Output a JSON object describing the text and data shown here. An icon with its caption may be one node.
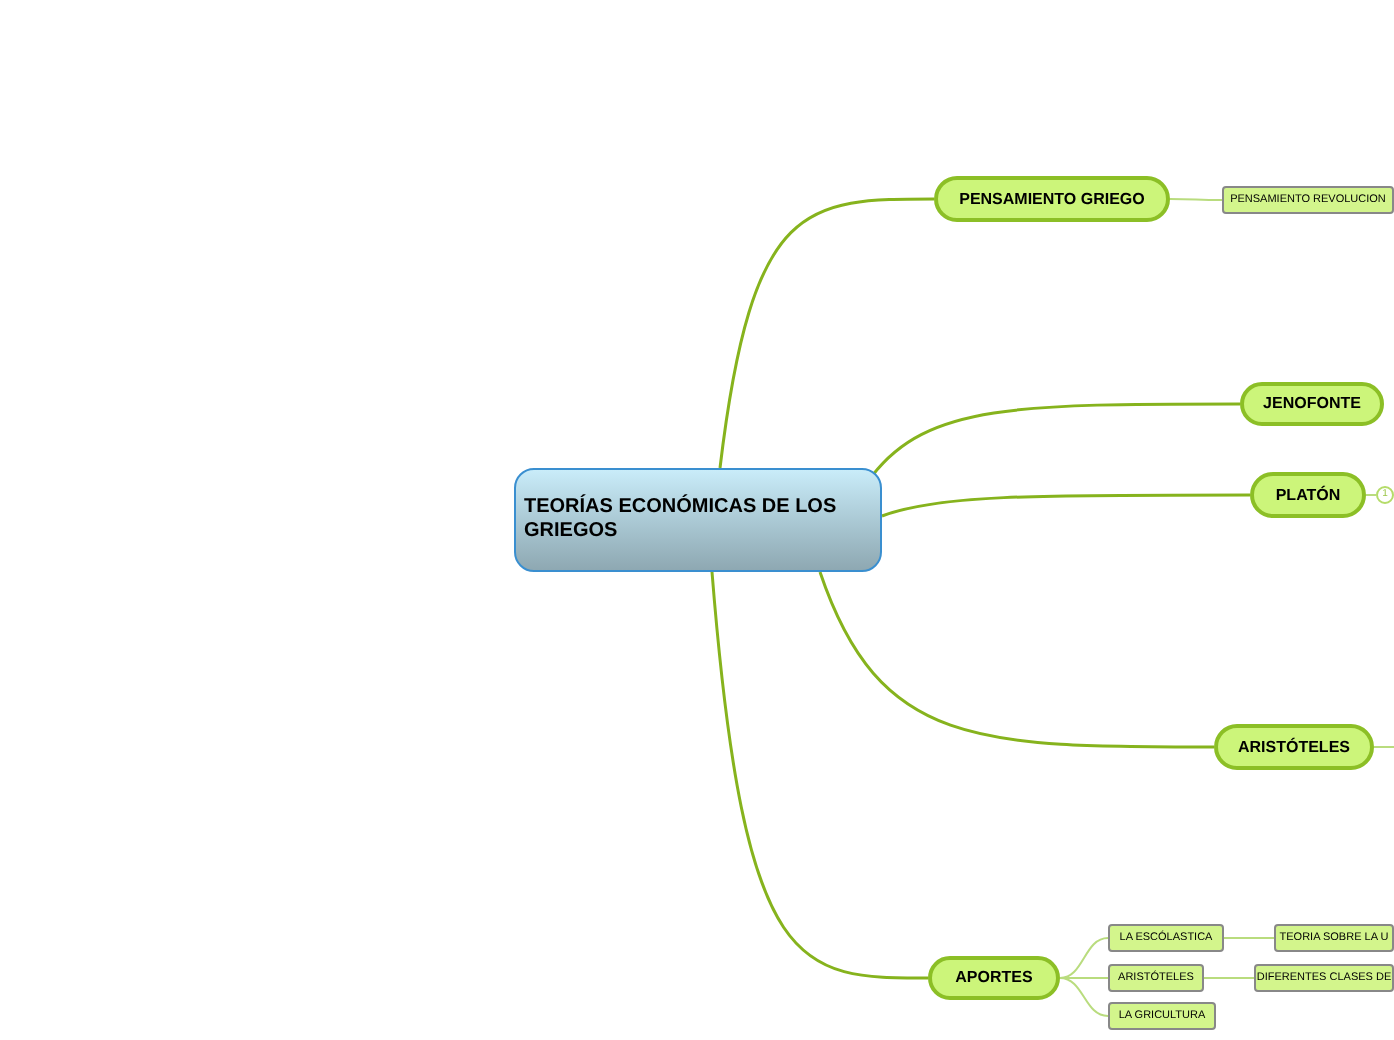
{
  "diagram": {
    "nodes": [
      {
        "text": [
          "TEORÍAS ECONÓMICAS DE LOS GRIEGOS"
        ]
      },
      {
        "text": [
          "PENSAMIENTO GRIEGO"
        ]
      },
      {
        "text": [
          "PENSAMIENTO REVOLUCION"
        ]
      },
      {
        "text": [
          "JENOFONTE"
        ]
      },
      {
        "text": [
          "PLATÓN"
        ]
      },
      {
        "text": [
          "1"
        ]
      },
      {
        "text": [
          "ARISTÓTELES"
        ]
      },
      {
        "text": [
          "APORTES"
        ]
      },
      {
        "text": [
          "LA ESCÓLASTICA"
        ]
      },
      {
        "text": [
          "TEORIA SOBRE LA U"
        ]
      },
      {
        "text": [
          "ARISTÓTELES"
        ]
      },
      {
        "text": [
          "DIFERENTES CLASES DE"
        ]
      },
      {
        "text": [
          "LA GRICULTURA"
        ]
      }
    ],
    "edges": [
      {
        "from": 0,
        "to": 1,
        "arrow": "none",
        "color": "#86b31d"
      },
      {
        "from": 1,
        "to": 2,
        "arrow": "none"
      },
      {
        "from": 0,
        "to": 3,
        "arrow": "none",
        "color": "#86b31d"
      },
      {
        "from": 0,
        "to": 4,
        "arrow": "none",
        "color": "#86b31d"
      },
      {
        "from": 4,
        "to": 5,
        "arrow": "none"
      },
      {
        "from": 0,
        "to": 6,
        "arrow": "none",
        "color": "#86b31d"
      },
      {
        "from": 6,
        "to": null,
        "arrow": "none"
      },
      {
        "from": 0,
        "to": 7,
        "arrow": "none",
        "color": "#86b31d"
      },
      {
        "from": 7,
        "to": 8,
        "arrow": "none"
      },
      {
        "from": 8,
        "to": 9,
        "arrow": "none"
      },
      {
        "from": 7,
        "to": 10,
        "arrow": "none"
      },
      {
        "from": 10,
        "to": 11,
        "arrow": "none"
      },
      {
        "from": 7,
        "to": 12,
        "arrow": "none"
      }
    ]
  }
}
